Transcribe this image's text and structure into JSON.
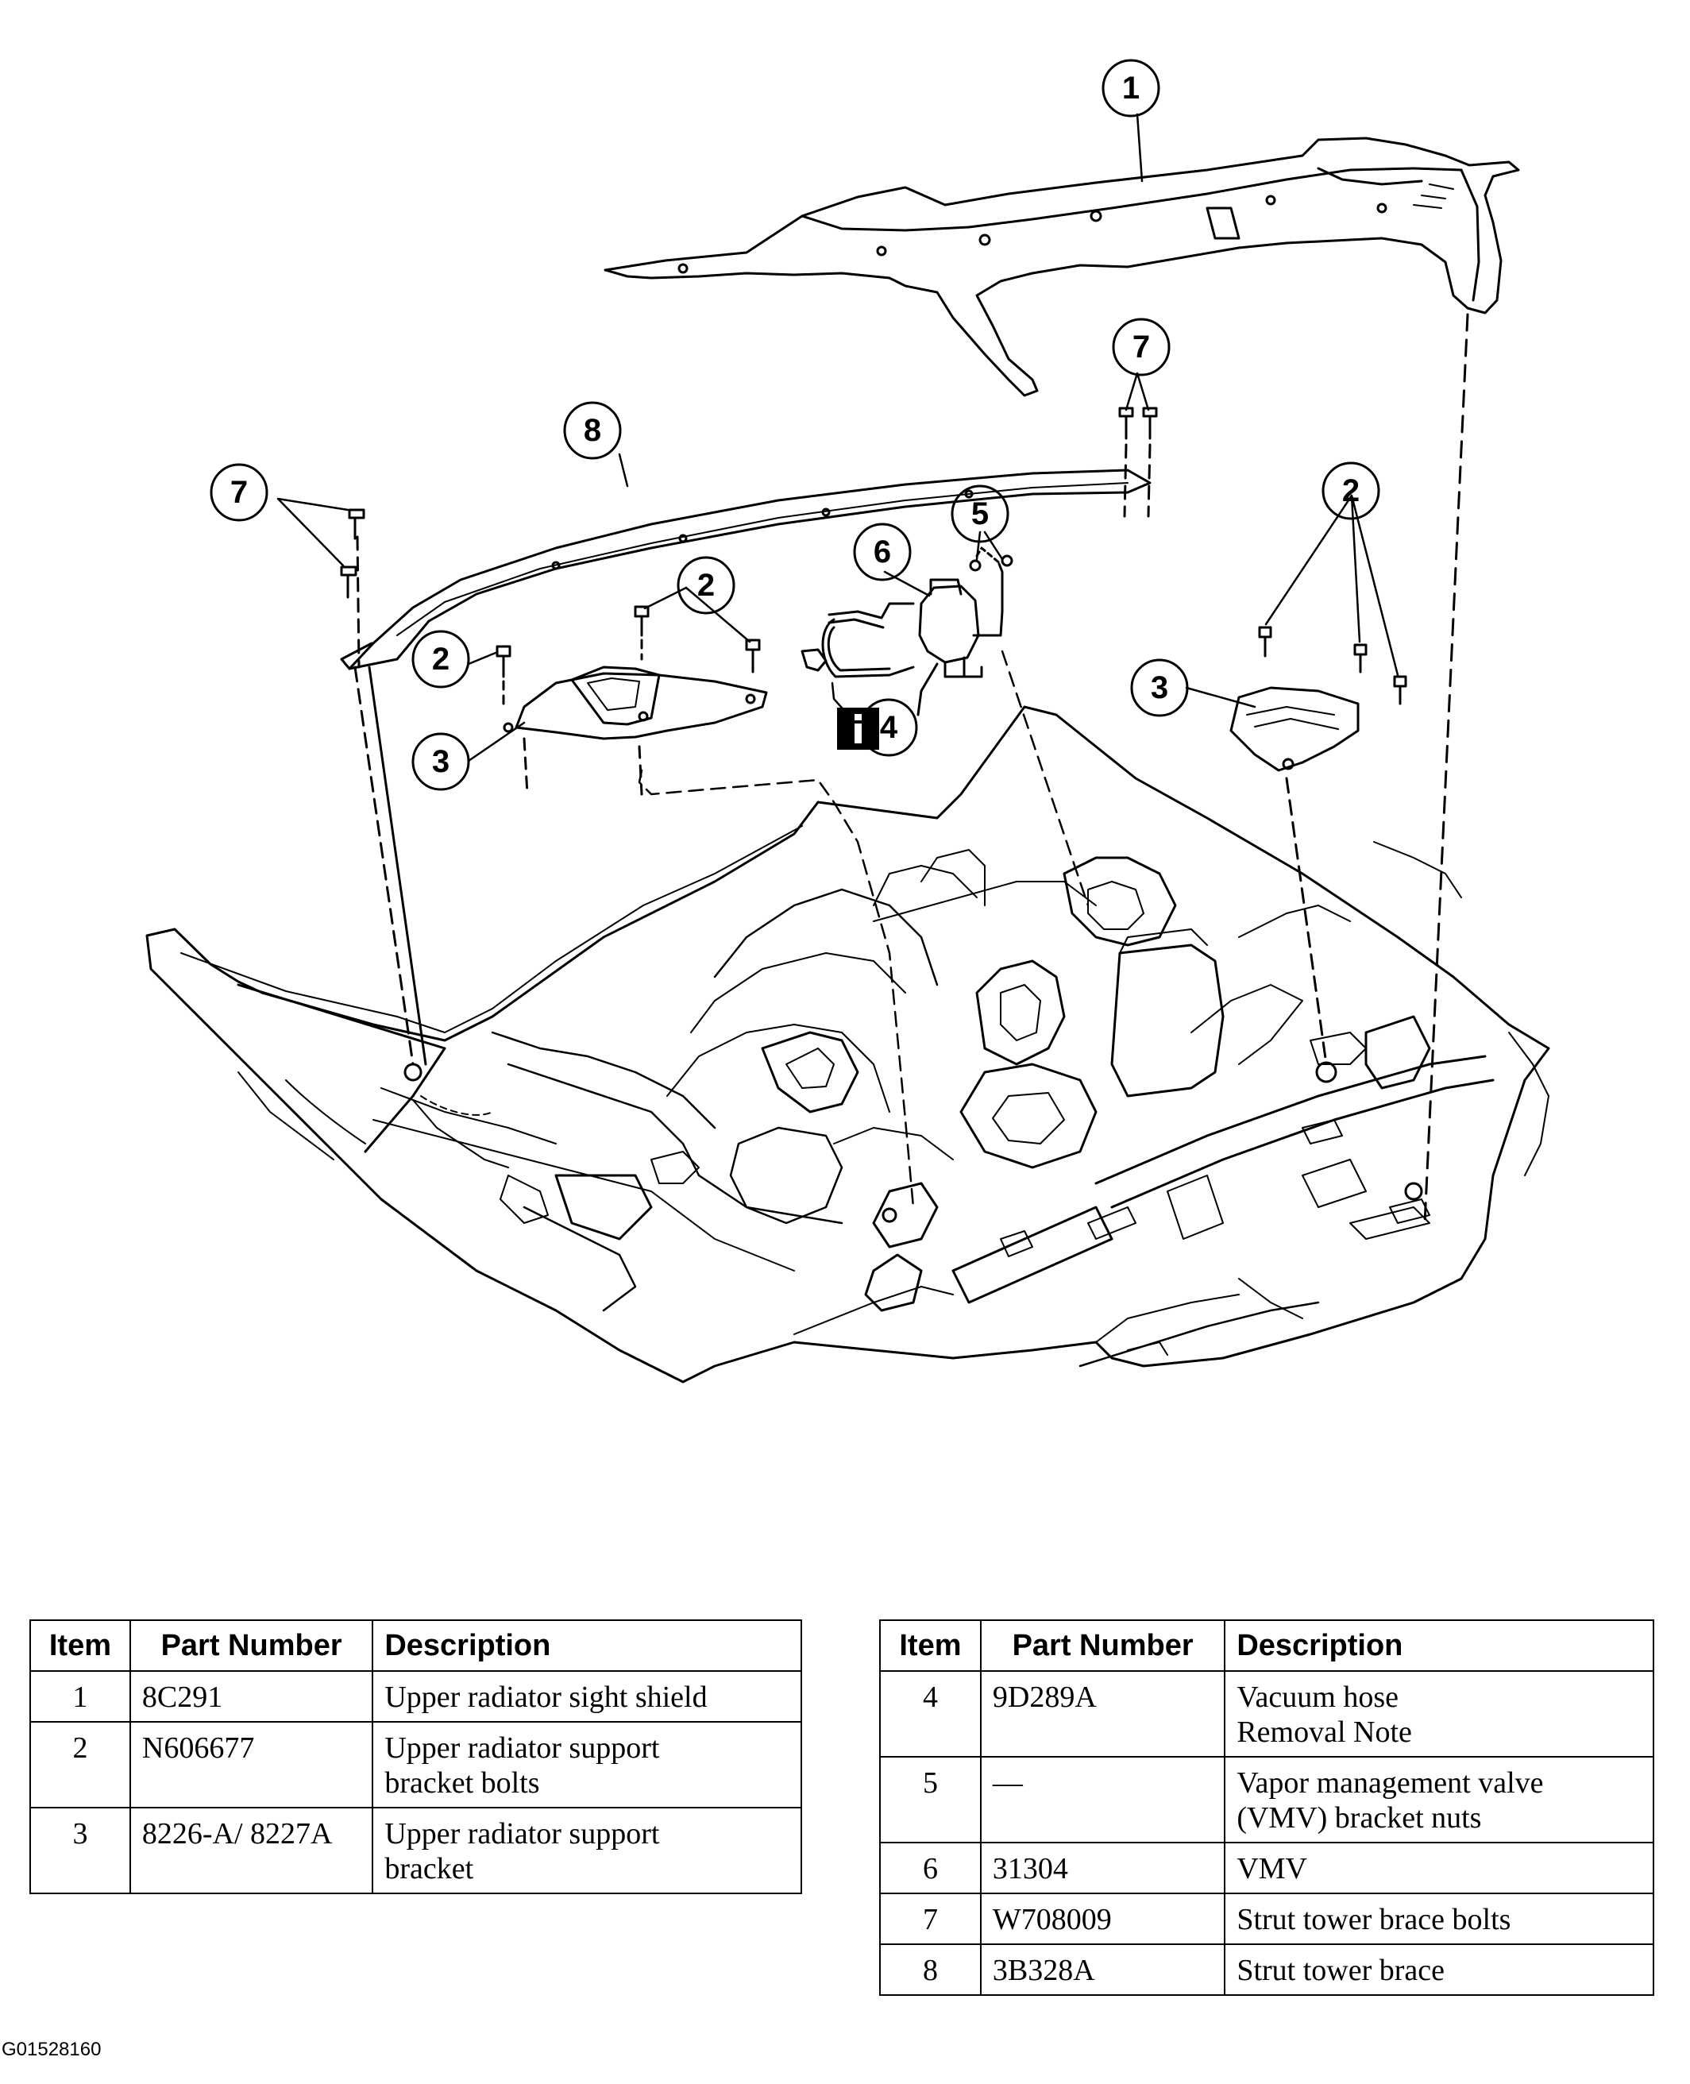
{
  "callouts": [
    "1",
    "2",
    "3",
    "4",
    "5",
    "6",
    "7",
    "8"
  ],
  "info_icon": "info-icon",
  "tables": {
    "left": {
      "headers": [
        "Item",
        "Part Number",
        "Description"
      ],
      "rows": [
        {
          "item": "1",
          "part": "8C291",
          "desc": "Upper radiator sight shield"
        },
        {
          "item": "2",
          "part": "N606677",
          "desc": "Upper radiator support\nbracket bolts"
        },
        {
          "item": "3",
          "part": "8226-A/ 8227A",
          "desc": "Upper radiator support\nbracket"
        }
      ]
    },
    "right": {
      "headers": [
        "Item",
        "Part Number",
        "Description"
      ],
      "rows": [
        {
          "item": "4",
          "part": "9D289A",
          "desc": "Vacuum hose\nRemoval Note"
        },
        {
          "item": "5",
          "part": "—",
          "desc": "Vapor management valve\n(VMV) bracket nuts"
        },
        {
          "item": "6",
          "part": "31304",
          "desc": "VMV"
        },
        {
          "item": "7",
          "part": "W708009",
          "desc": "Strut tower brace bolts"
        },
        {
          "item": "8",
          "part": "3B328A",
          "desc": "Strut tower brace"
        }
      ]
    }
  },
  "figure_id": "G01528160"
}
